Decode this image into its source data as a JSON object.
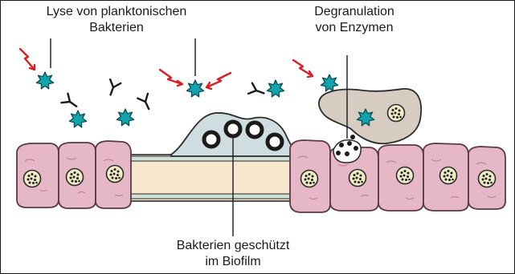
{
  "labels": {
    "lysis_line1": "Lyse von planktonischen",
    "lysis_line2": "Bakterien",
    "degranulation_line1": "Degranulation",
    "degranulation_line2": "von Enzymen",
    "biofilm_line1": "Bakterien geschützt",
    "biofilm_line2": "im Biofilm"
  },
  "colors": {
    "cell_fill": "#e6b8c7",
    "cell_stroke": "#5a3a44",
    "nucleus_fill": "#f0ecc8",
    "connective_fill": "#f5e6cc",
    "biofilm_fill": "#cfdde0",
    "neutrophil_fill": "#d6ccc2",
    "bacterium": "#13a3ad",
    "lightning": "#d8202a"
  }
}
